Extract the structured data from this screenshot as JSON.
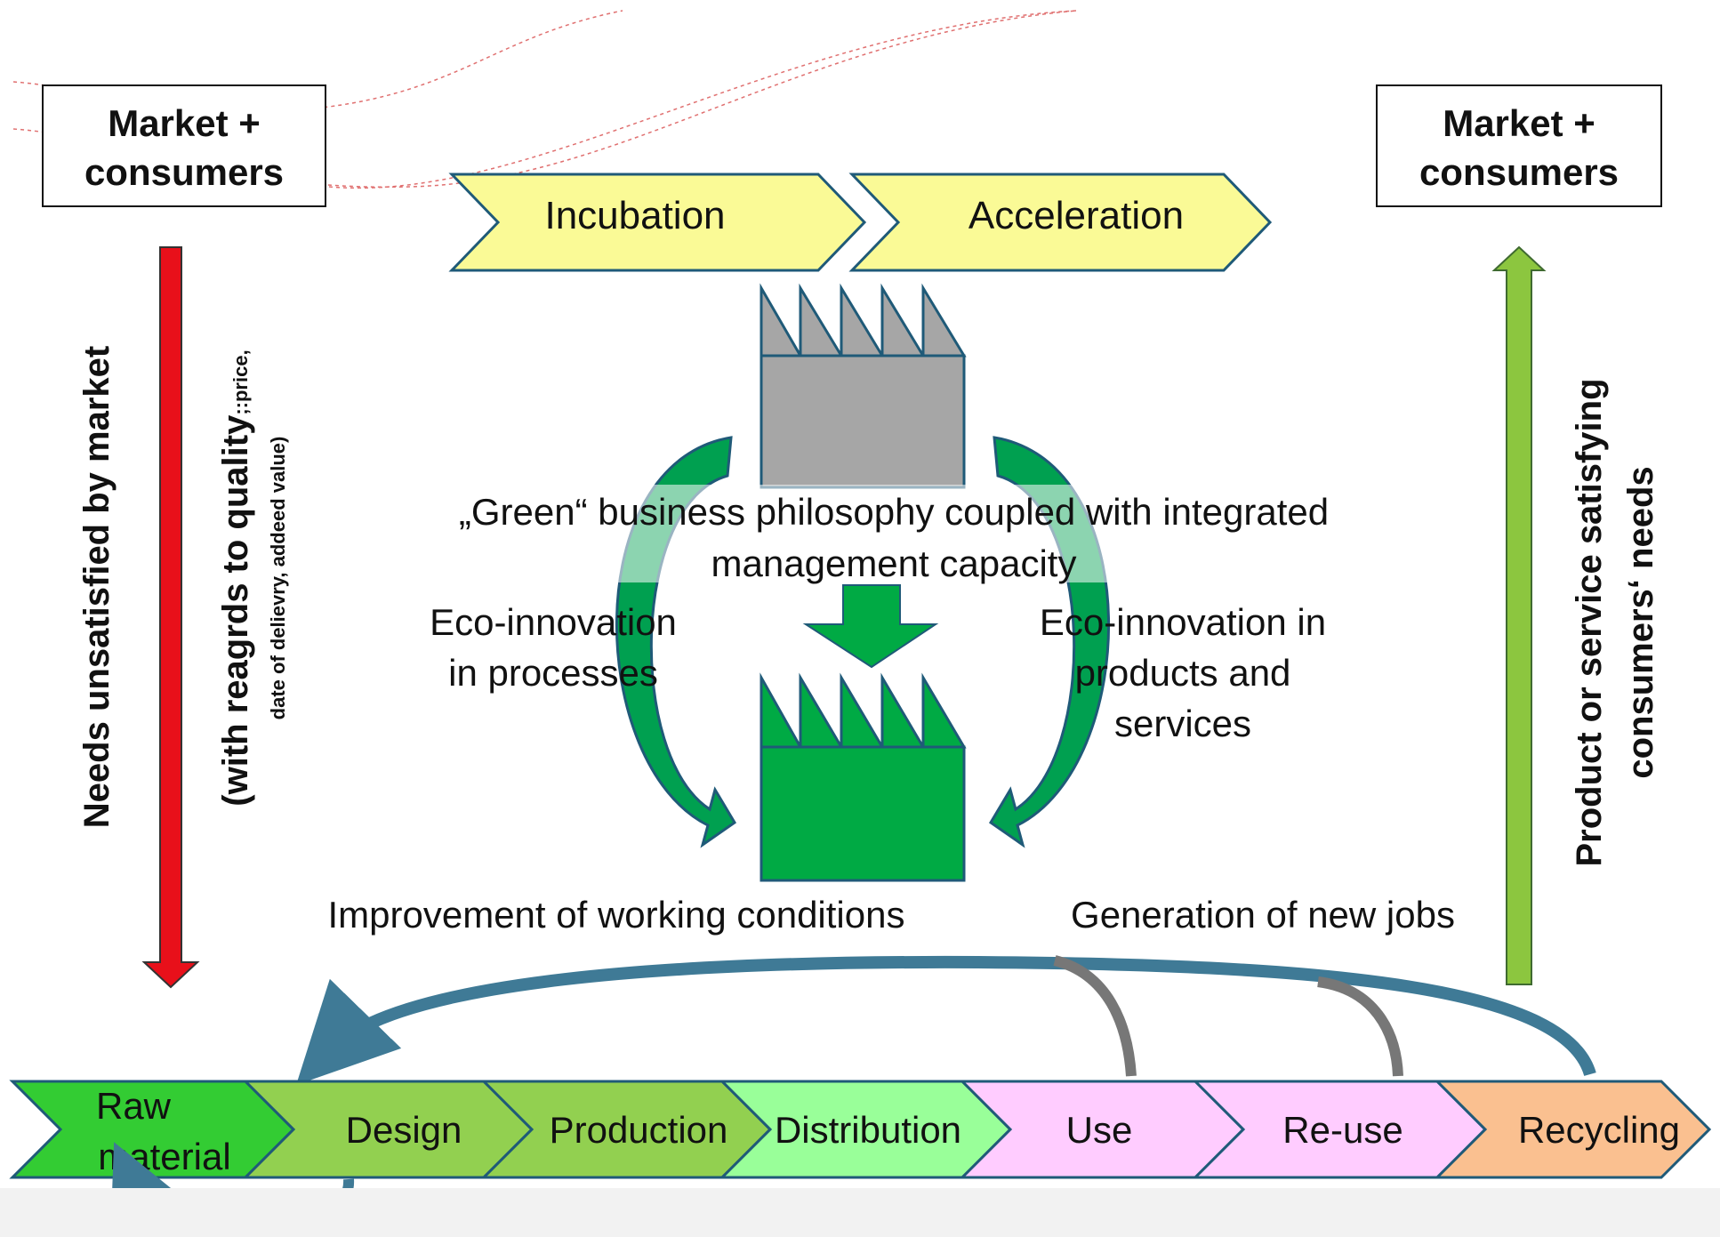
{
  "market_left": {
    "line1": "Market +",
    "line2": "consumers"
  },
  "market_right": {
    "line1": "Market +",
    "line2": "consumers"
  },
  "phases": {
    "incubation": "Incubation",
    "acceleration": "Acceleration"
  },
  "philosophy": {
    "line1": "„Green“ business philosophy coupled with integrated",
    "line2": "management capacity"
  },
  "eco_processes": {
    "line1": "Eco-innovation",
    "line2": "in processes"
  },
  "eco_products": {
    "line1": "Eco-innovation in",
    "line2": "products and",
    "line3": "services"
  },
  "outcomes": {
    "working_conditions": "Improvement of working conditions",
    "new_jobs": "Generation of new jobs"
  },
  "left_vertical": {
    "main": "Needs unsatisfied by market",
    "sub1": "(with reagrds to quality",
    "sub1_small": ";:price,",
    "sub2": "date of delievry, addeed value)"
  },
  "right_vertical": {
    "line1": "Product or service satisfying",
    "line2": "consumers‘ needs"
  },
  "chain": {
    "raw_line1": "Raw",
    "raw_line2": "material",
    "design": "Design",
    "production": "Production",
    "distribution": "Distribution",
    "use": "Use",
    "reuse": "Re-use",
    "recycling": "Recycling"
  },
  "colors": {
    "red_arrow": "#e8101a",
    "light_green_arrow": "#8cc63f",
    "factory_green": "#00aa44",
    "factory_gray": "#a6a6a6",
    "phase_yellow": "#fafa96",
    "chevron_border": "#1f5a78",
    "raw": "#33cc33",
    "design": "#92d050",
    "production": "#92d050",
    "distribution": "#99ff99",
    "use": "#ffccff",
    "reuse": "#ffccff",
    "recycling": "#fac090",
    "loop_blue": "#3f7a96",
    "gray_link": "#777777"
  },
  "icons": [
    "gray-factory-icon",
    "green-factory-icon",
    "down-arrow-icon",
    "curved-arrow-icon"
  ]
}
